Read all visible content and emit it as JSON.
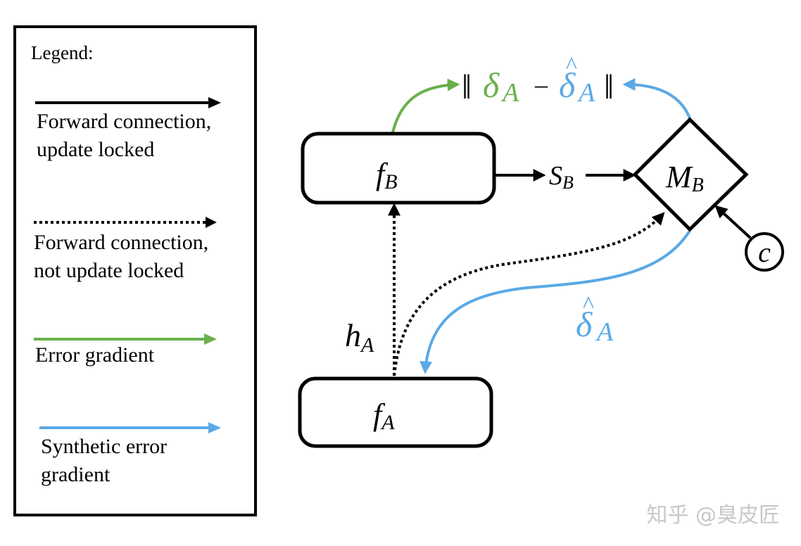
{
  "legend": {
    "title": "Legend:",
    "items": [
      {
        "kind": "forward-locked",
        "line1": "Forward connection,",
        "line2": "update locked",
        "color": "#000000"
      },
      {
        "kind": "forward-unlocked",
        "line1": "Forward connection,",
        "line2": "not update locked",
        "color": "#000000"
      },
      {
        "kind": "error-gradient",
        "line1": "Error gradient",
        "line2": "",
        "color": "#6ab04c"
      },
      {
        "kind": "synthetic-gradient",
        "line1": "Synthetic error",
        "line2": "gradient",
        "color": "#5aa9e6"
      }
    ]
  },
  "nodes": {
    "fB": {
      "base": "f",
      "sub": "B"
    },
    "fA": {
      "base": "f",
      "sub": "A"
    },
    "MB": {
      "base": "M",
      "sub": "B"
    },
    "c": {
      "label": "c"
    }
  },
  "labels": {
    "sB": {
      "base": "S",
      "sub": "B"
    },
    "hA": {
      "base": "h",
      "sub": "A"
    },
    "deltaHat": {
      "base": "δ",
      "hat": "^",
      "sub": "A"
    },
    "loss": {
      "open": "‖",
      "delta": "δ",
      "sub": "A",
      "minus": "–",
      "deltaHat": "δ",
      "hat": "^",
      "sub2": "A",
      "close": "‖"
    }
  },
  "watermark": "知乎 @臭皮匠",
  "colors": {
    "green": "#6ab04c",
    "blue": "#5aa9e6",
    "black": "#000000",
    "watermark": "#c8c8c8"
  }
}
